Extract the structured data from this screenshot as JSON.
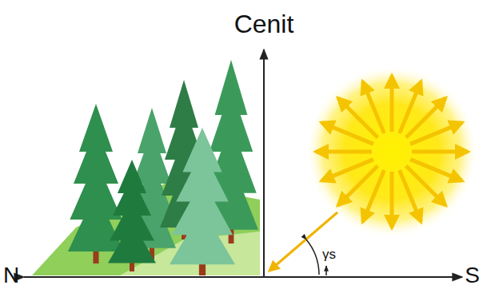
{
  "diagram": {
    "labels": [
      "Cenit",
      "N",
      "S",
      "γs"
    ]
  }
}
